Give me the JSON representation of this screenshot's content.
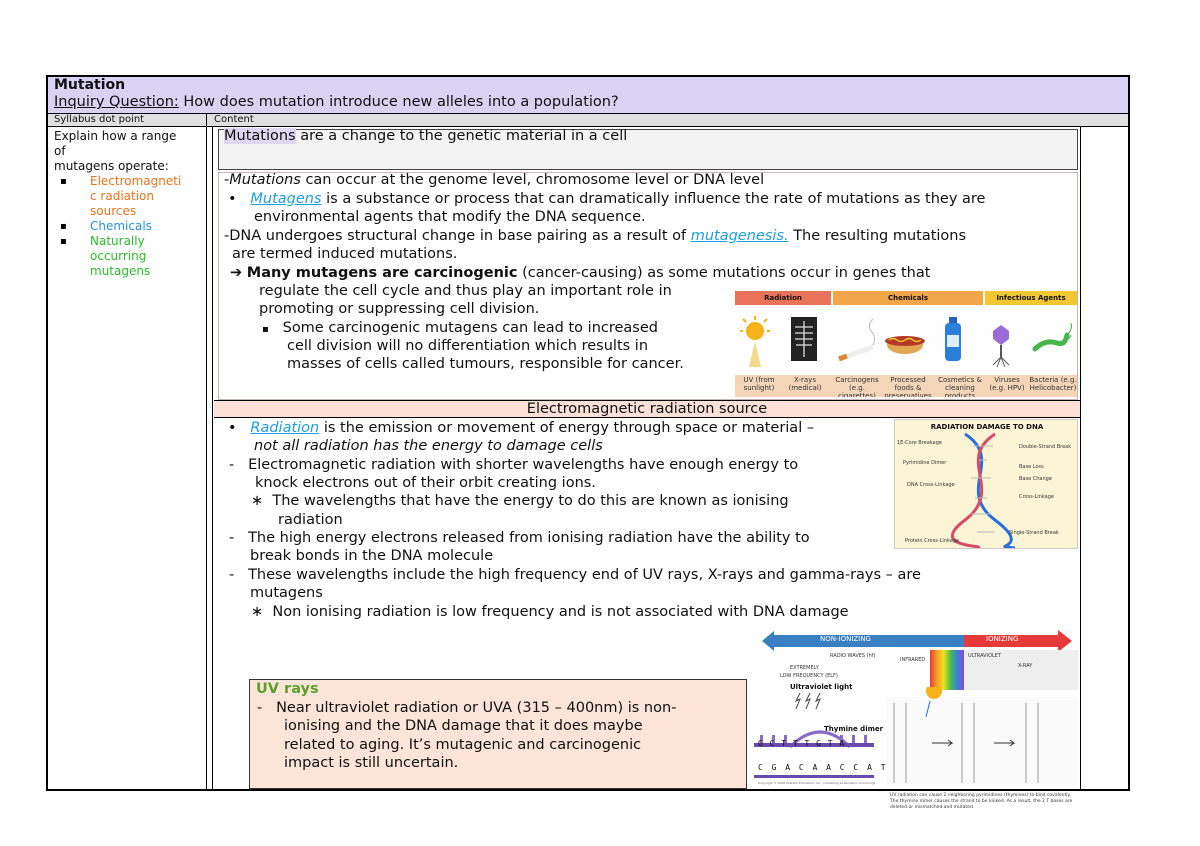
{
  "header": {
    "title": "Mutation",
    "inquiry_label": "Inquiry Question:",
    "inquiry_text": " How does mutation introduce new alleles into a population?"
  },
  "columns": {
    "syllabus": "Syllabus dot point",
    "content": "Content"
  },
  "syllabus": {
    "intro": [
      "Explain how a range",
      "of",
      "mutagens operate:"
    ],
    "items": [
      {
        "lines": [
          "Electromagneti",
          "c radiation",
          "sources"
        ],
        "color": "#e8731e"
      },
      {
        "lines": [
          "Chemicals"
        ],
        "color": "#2a8fd8"
      },
      {
        "lines": [
          "Naturally",
          "occurring",
          "mutagens"
        ],
        "color": "#2db82d"
      }
    ]
  },
  "definition": {
    "term": "Mutations",
    "rest": " are a change to the genetic material in a cell"
  },
  "main": {
    "l1_prefix": "-",
    "l1_italic": "Mutations",
    "l1_rest": " can occur at the genome level, chromosome level or DNA level",
    "l2_link": "Mutagens",
    "l2_rest": " is a substance or process that can dramatically influence the rate of mutations as they are",
    "l3": "environmental agents that modify the DNA sequence.",
    "l4_prefix": "-DNA undergoes structural change in base pairing as a result of ",
    "l4_link": "mutagenesis.",
    "l4_rest": " The resulting mutations",
    "l5": "are termed induced mutations.",
    "l6_bold": "Many mutagens are carcinogenic",
    "l6_rest": " (cancer-causing) as some mutations occur in genes that",
    "l7": "regulate the cell cycle and thus play an important role in",
    "l8": "promoting or suppressing cell division.",
    "l9": "Some carcinogenic mutagens can lead to increased",
    "l10": "cell division will no differentiation which results in",
    "l11": "masses of cells called tumours, responsible for cancer."
  },
  "mutagen_figure": {
    "headers": [
      "Radiation",
      "Chemicals",
      "Infectious Agents"
    ],
    "header_colors": [
      "#e8735a",
      "#f2a64a",
      "#f2c832"
    ],
    "captions": [
      "UV (from sunlight)",
      "X-rays (medical)",
      "Carcinogens (e.g. cigarettes)",
      "Processed foods & preservatives",
      "Cosmetics & cleaning products",
      "Viruses (e.g. HPV)",
      "Bacteria (e.g. Helicobacter)"
    ]
  },
  "em_section": {
    "title": "Electromagnetic radiation source",
    "r1_link": "Radiation",
    "r1_rest": " is the emission or movement of energy through space or material –",
    "r2": "not all radiation has the energy to damage cells",
    "r3": "Electromagnetic radiation with shorter wavelengths have enough energy to",
    "r4": "knock electrons out of their orbit creating ions.",
    "r5": "The wavelengths that have the energy to do this are known as ionising",
    "r6": "radiation",
    "r7": "The high energy electrons released from ionising radiation have the ability to",
    "r8": "break bonds in the DNA molecule",
    "r9": "These wavelengths include the high frequency end of UV rays, X-rays and gamma-rays – are",
    "r10": "mutagens",
    "r11": "Non ionising radiation is low frequency and is not associated with DNA damage"
  },
  "dna_figure": {
    "title": "RADIATION DAMAGE TO DNA",
    "labels_left": [
      "1E-Core Breakage",
      "Pyrimidine Dimer",
      "DNA Cross-Linkage",
      "Protein Cross-Linkage"
    ],
    "labels_right": [
      "Double-Strand Break",
      "Base Loss",
      "Base Change",
      "Cross-Linkage",
      "Single-Strand Break"
    ]
  },
  "spectrum_figure": {
    "non_ionizing": "NON-IONIZING",
    "ionizing": "IONIZING",
    "radio": "RADIO WAVES (hf)",
    "extremely": "EXTREMELY",
    "low_freq": "LOW FREQUENCY (ELF)",
    "infrared": "INFRARED",
    "ultraviolet": "ULTRAVIOLET",
    "xray": "X-RAY",
    "uv_light": "Ultraviolet light",
    "thymine_dimer": "Thymine dimer",
    "seq_top": "G C T   T T   G T A",
    "seq_bottom": "C G A C A A C C A T",
    "copyright": "Copyright © 2006 Pearson Education, Inc., publishing as Benjamin Cummings",
    "footnote": "UV radiation can cause 2 neighboring pyrimidines (thymines) to bind covalently. The thymine dimer causes the strand to be kinked. As a result, the 2 T bases are deleted or mismatched and mutated."
  },
  "uv": {
    "title": "UV rays",
    "dash": "-",
    "l1": "Near ultraviolet radiation or UVA (315 – 400nm) is non-",
    "l2": "ionising and the DNA damage that it does maybe",
    "l3": "related to aging. It’s mutagenic and carcinogenic",
    "l4": "impact is still uncertain."
  }
}
